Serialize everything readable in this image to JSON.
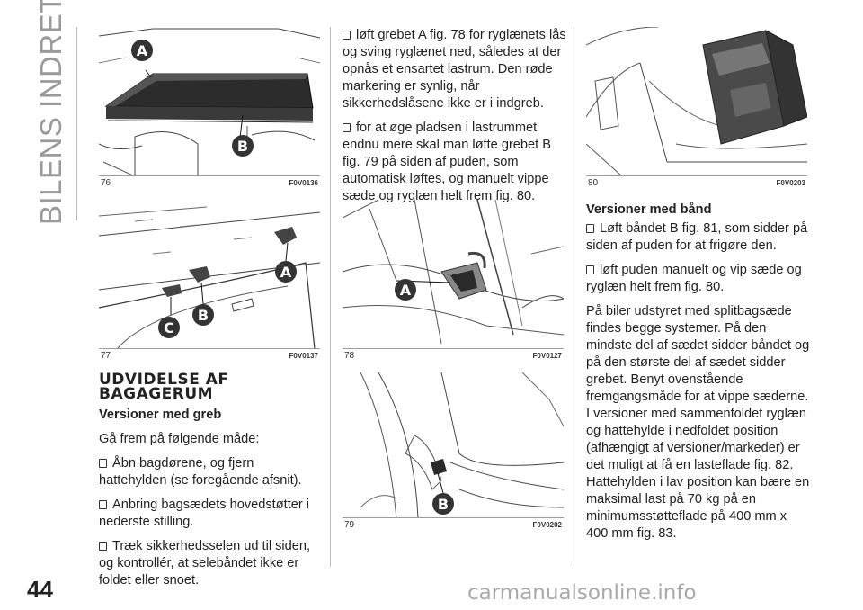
{
  "section_title": "BILENS INDRETNING",
  "page_number": "44",
  "watermark": "carmanualsonline.info",
  "figures": {
    "f76": {
      "number": "76",
      "code": "F0V0136",
      "labels": [
        "A",
        "B"
      ]
    },
    "f77": {
      "number": "77",
      "code": "F0V0137",
      "labels": [
        "A",
        "B",
        "C"
      ]
    },
    "f78": {
      "number": "78",
      "code": "F0V0127",
      "labels": [
        "A"
      ]
    },
    "f79": {
      "number": "79",
      "code": "F0V0202",
      "labels": [
        "B"
      ]
    },
    "f80": {
      "number": "80",
      "code": "F0V0203"
    }
  },
  "col1": {
    "heading": "UDVIDELSE AF BAGAGERUM",
    "subheading": "Versioner med greb",
    "intro": "Gå frem på følgende måde:",
    "bullets": [
      "Åbn bagdørene, og fjern hattehylden (se foregående afsnit).",
      "Anbring bagsædets hovedstøtter i nederste stilling.",
      "Træk sikkerhedsselen ud til siden, og kontrollér, at selebåndet ikke er foldet eller snoet."
    ]
  },
  "col2": {
    "bullets": [
      "løft grebet A fig. 78 for ryglænets lås og sving ryglænet ned, således at der opnås et ensartet lastrum. Den røde markering er synlig, når sikkerhedslåsene ikke er i indgreb.",
      "for at øge pladsen i lastrummet endnu mere skal man løfte grebet B fig. 79 på siden af puden, som automatisk løftes, og manuelt vippe sæde og ryglæn helt frem fig. 80."
    ]
  },
  "col3": {
    "subheading": "Versioner med bånd",
    "bullets": [
      "Løft båndet B fig. 81, som sidder på siden af puden for at frigøre den.",
      "løft puden manuelt og vip sæde og ryglæn helt frem fig. 80."
    ],
    "para1": "På biler udstyret med splitbagsæde findes begge systemer. På den mindste del af sædet sidder båndet og på den største del af sædet sidder grebet. Benyt ovenstående fremgangsmåde for at vippe sæderne.",
    "para2": "I versioner med sammenfoldet ryglæn og hattehylde i nedfoldet position (afhængigt af versioner/markeder) er det muligt at få en lasteflade fig. 82. Hattehylden i lav position kan bære en maksimal last på 70 kg på en minimumsstøtteflade på 400 mm x 400 mm fig. 83."
  }
}
